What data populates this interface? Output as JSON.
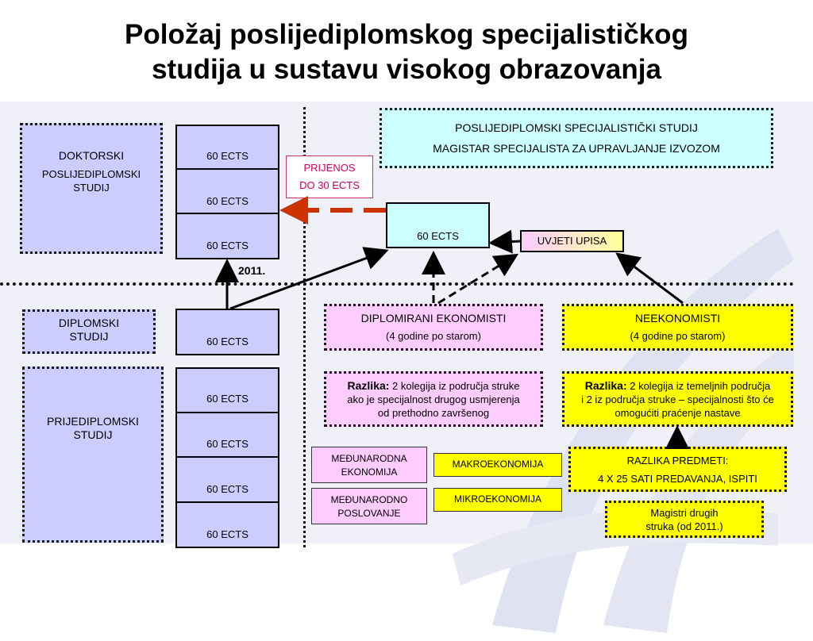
{
  "title_line1": "Položaj poslijediplomskog specijalističkog",
  "title_line2": "studija u sustavu visokog obrazovanja",
  "doktorski": {
    "line1": "DOKTORSKI",
    "line2": "POSLIJEDIPLOMSKI",
    "line3": "STUDIJ"
  },
  "diplomski": {
    "line1": "DIPLOMSKI",
    "line2": "STUDIJ"
  },
  "prijediplomski": {
    "line1": "PRIJEDIPLOMSKI",
    "line2": "STUDIJ"
  },
  "ects_label": "60 ECTS",
  "year_2011": "2011.",
  "prijenos": {
    "line1": "PRIJENOS",
    "line2": "DO 30 ECTS"
  },
  "specijalisticki": {
    "line1": "POSLIJEDIPLOMSKI SPECIJALISTIČKI  STUDIJ",
    "line2": "MAGISTAR SPECIJALISTA ZA UPRAVLJANJE IZVOZOM"
  },
  "uvjeti_upisa": "UVJETI  UPISA",
  "ekonomisti": {
    "line1": "DIPLOMIRANI EKONOMISTI",
    "line2": "(4 godine po starom)"
  },
  "neekonomisti": {
    "line1": "NEEKONOMISTI",
    "line2": "(4 godine po starom)"
  },
  "razlika_ek": {
    "bold": "Razlika:",
    "text1": " 2 kolegija iz područja struke",
    "text2": "ako je specijalnost drugog usmjerenja",
    "text3": "od prethodno završenog"
  },
  "razlika_neek": {
    "bold": "Razlika:",
    "text1": " 2 kolegija iz temeljnih područja",
    "text2": "i 2 iz područja struke – specijalnosti što će",
    "text3": "omogućiti praćenje nastave"
  },
  "courses": {
    "medjunarodna_ekonomija": {
      "line1": "MEĐUNARODNA",
      "line2": "EKONOMIJA"
    },
    "makroekonomija": "MAKROEKONOMIJA",
    "medjunarodno_poslovanje": {
      "line1": "MEĐUNARODNO",
      "line2": "POSLOVANJE"
    },
    "mikroekonomija": "MIKROEKONOMIJA"
  },
  "razlika_predmeti": {
    "line1": "RAZLIKA  PREDMETI:",
    "line2": "4 X 25 SATI PREDAVANJA, ISPITI"
  },
  "magistri": {
    "line1": "Magistri drugih",
    "line2": "struka (od 2011.)"
  },
  "colors": {
    "lavender": "#ccccff",
    "cyan": "#ccffff",
    "pink": "#ffccff",
    "yellow": "#ffff00",
    "arrow_red": "#cc3300"
  }
}
